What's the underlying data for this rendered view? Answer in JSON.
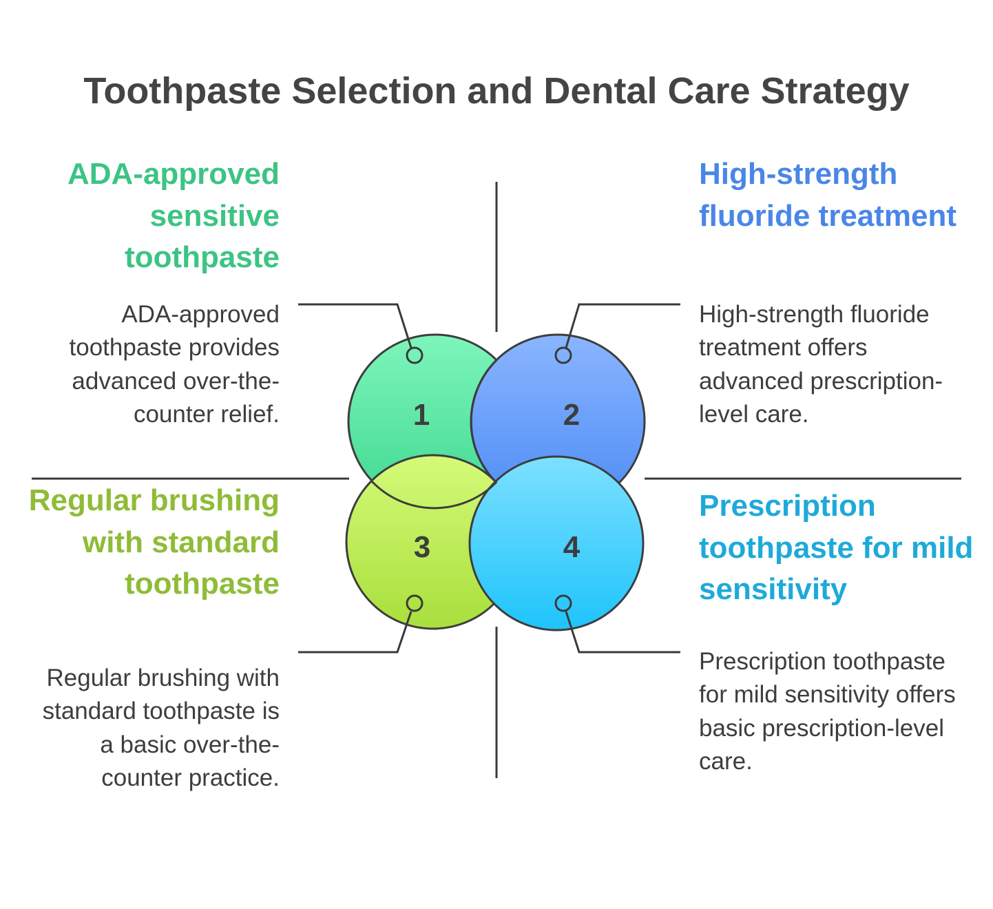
{
  "title": "Toothpaste Selection and Dental Care Strategy",
  "quadrants": [
    {
      "number": "1",
      "heading": "ADA-approved sensitive toothpaste",
      "description": "ADA-approved toothpaste provides advanced over-the-counter relief.",
      "color": "#3cc483"
    },
    {
      "number": "2",
      "heading": "High-strength fluoride treatment",
      "description": "High-strength fluoride treatment offers advanced prescription-level care.",
      "color": "#4a86e8"
    },
    {
      "number": "3",
      "heading": "Regular brushing with standard toothpaste",
      "description": "Regular brushing with standard toothpaste is a basic over-the-counter practice.",
      "color": "#8fbc37"
    },
    {
      "number": "4",
      "heading": "Prescription toothpaste for mild sensitivity",
      "description": "Prescription toothpaste for mild sensitivity offers basic prescription-level care.",
      "color": "#1eaad9"
    }
  ]
}
